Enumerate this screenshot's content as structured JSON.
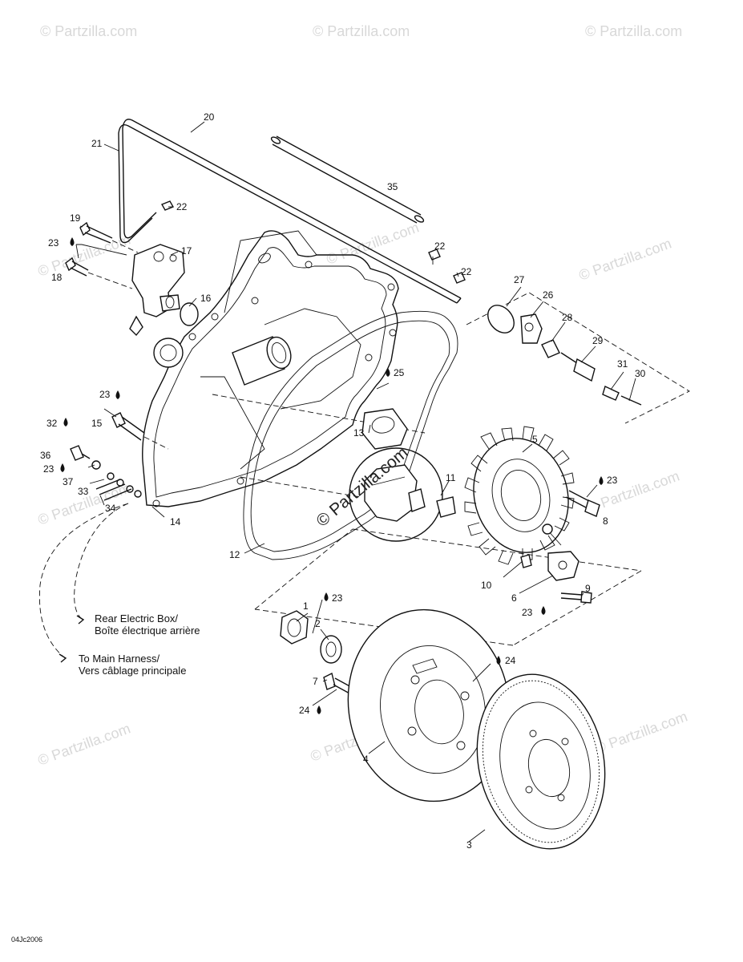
{
  "watermark": {
    "text": "© Partzilla.com",
    "center_text": "© Partzilla.com"
  },
  "diagram_code": "04Jc2006",
  "notes": {
    "rear_box_en": "Rear Electric Box/",
    "rear_box_fr": "Boîte électrique arrière",
    "main_harness_en": "To Main Harness/",
    "main_harness_fr": "Vers câblage principale"
  },
  "part_numbers": {
    "p1": "1",
    "p2": "2",
    "p3": "3",
    "p4": "4",
    "p5": "5",
    "p6": "6",
    "p7": "7",
    "p8": "8",
    "p9": "9",
    "p10": "10",
    "p11": "11",
    "p12": "12",
    "p13": "13",
    "p14": "14",
    "p15": "15",
    "p16": "16",
    "p17": "17",
    "p18": "18",
    "p19": "19",
    "p20": "20",
    "p21": "21",
    "p22a": "22",
    "p22b": "22",
    "p22c": "22",
    "p23a": "23",
    "p23b": "23",
    "p23c": "23",
    "p23d": "23",
    "p23e": "23",
    "p23f": "23",
    "p24a": "24",
    "p24b": "24",
    "p25": "25",
    "p26": "26",
    "p27": "27",
    "p28": "28",
    "p29": "29",
    "p30": "30",
    "p31": "31",
    "p32": "32",
    "p33": "33",
    "p34": "34",
    "p35": "35",
    "p36": "36",
    "p37": "37"
  }
}
